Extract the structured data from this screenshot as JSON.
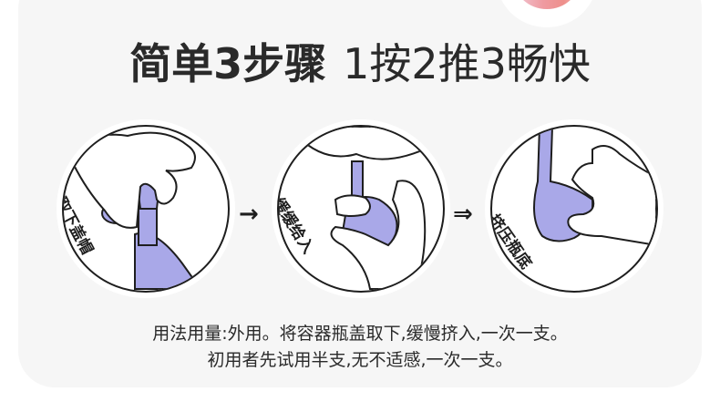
{
  "title": {
    "bold": "简单3步骤",
    "light": "1按2推3畅快"
  },
  "steps": [
    {
      "label": "取下盖帽",
      "icon": "remove-cap-illustration"
    },
    {
      "label": "缓缓给入",
      "icon": "insert-slowly-illustration"
    },
    {
      "label": "挤压瓶底",
      "icon": "squeeze-bottle-illustration"
    }
  ],
  "arrows": [
    {
      "glyph": "→",
      "icon": "arrow-right-icon"
    },
    {
      "glyph": "⇒",
      "icon": "double-arrow-right-icon"
    }
  ],
  "instructions": {
    "line1": "用法用量:外用。将容器瓶盖取下,缓慢挤入,一次一支。",
    "line2": "初用者先试用半支,无不适感,一次一支。"
  },
  "colors": {
    "card_bg": "#f6f6f6",
    "product_purple": "#a9a8e8",
    "outline": "#1e1e1e",
    "blob_pink": "#ee8f8b"
  }
}
